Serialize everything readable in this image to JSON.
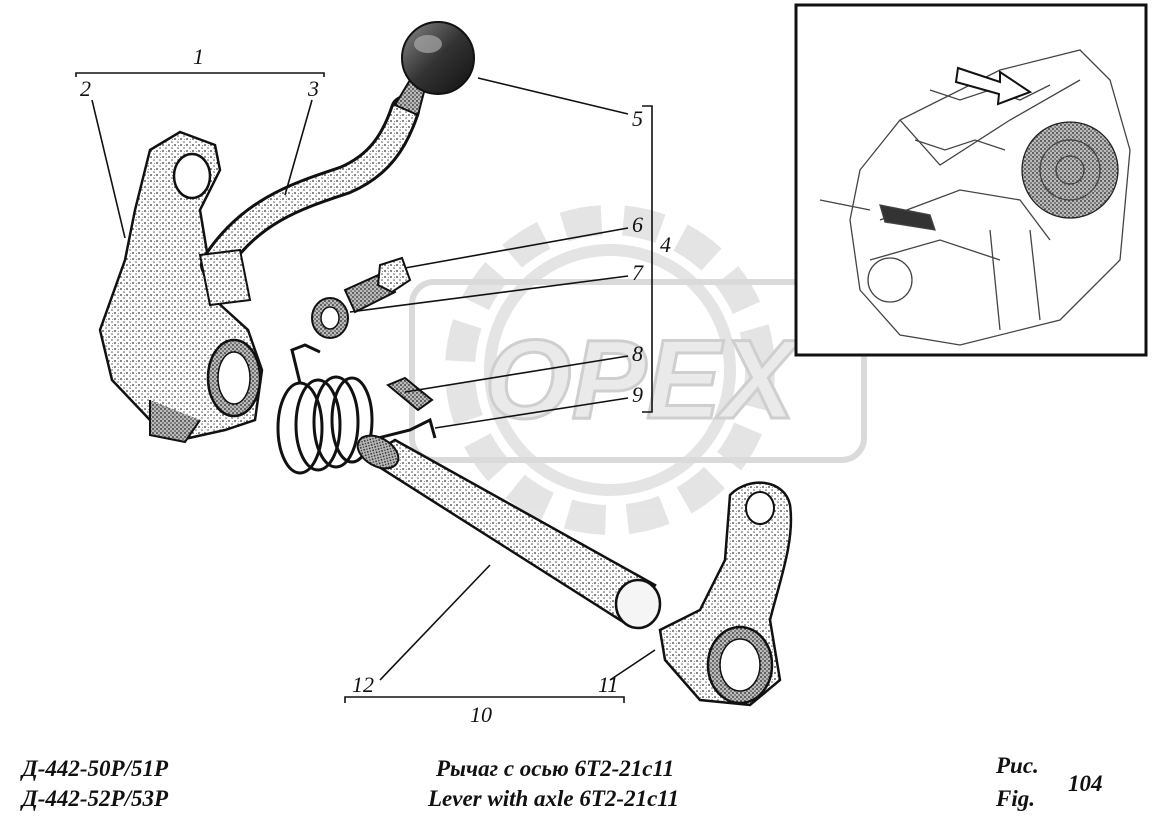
{
  "callouts": {
    "c1": "1",
    "c2": "2",
    "c3": "3",
    "c4": "4",
    "c5": "5",
    "c6": "6",
    "c7": "7",
    "c8": "8",
    "c9": "9",
    "c10": "10",
    "c11": "11",
    "c12": "12"
  },
  "watermark": {
    "text": "OPEX"
  },
  "footer": {
    "models_line1": "Д-442-50Р/51Р",
    "models_line2": "Д-442-52Р/53Р",
    "title_ru": "Рычаг с осью 6Т2-21с11",
    "title_en": "Lever with axle 6Т2-21с11",
    "fig_ru": "Рис.",
    "fig_en": "Fig.",
    "fig_number": "104"
  },
  "colors": {
    "ink": "#111111",
    "watermark": "#d9d9d9",
    "shade": "#8a8a8a"
  },
  "icons": {
    "inset": "engine-locator-icon",
    "arrow": "location-arrow-icon"
  }
}
